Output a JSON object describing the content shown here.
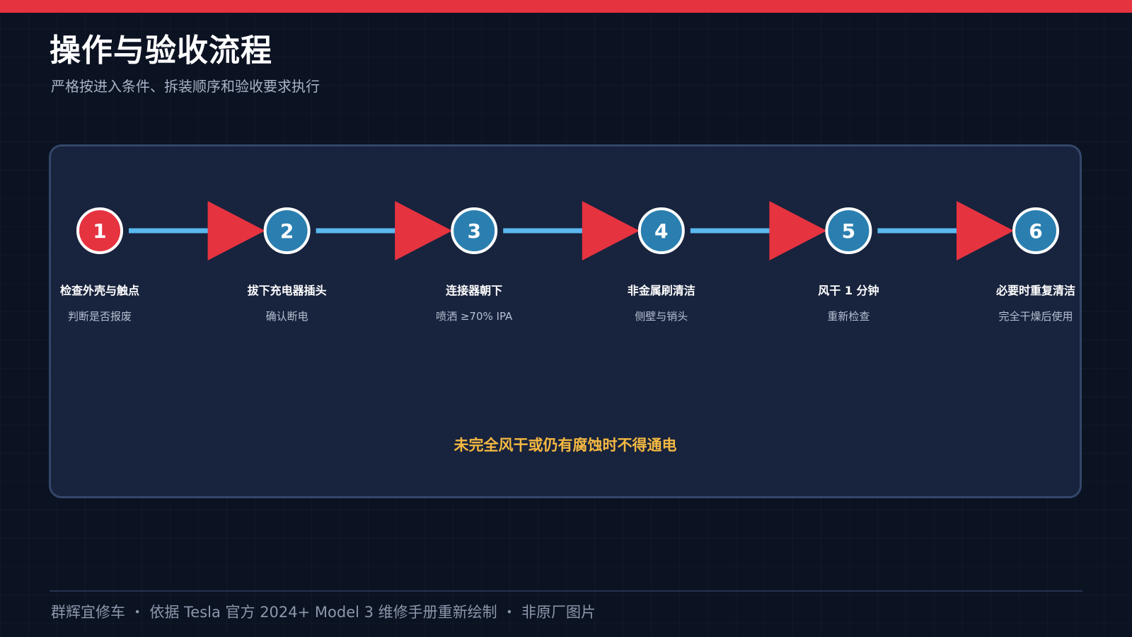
{
  "header": {
    "title": "操作与验收流程",
    "subtitle": "严格按进入条件、拆装顺序和验收要求执行"
  },
  "colors": {
    "accent_red": "#e63340",
    "step_blue": "#2a7fb0",
    "connector_blue": "#5ab8f0",
    "warning_amber": "#f5b942",
    "panel_bg": "#18233d",
    "page_bg": "#0b1222"
  },
  "flow": {
    "steps": [
      {
        "number": "1",
        "title": "检查外壳与触点",
        "desc": "判断是否报废",
        "highlight": true
      },
      {
        "number": "2",
        "title": "拔下充电器插头",
        "desc": "确认断电",
        "highlight": false
      },
      {
        "number": "3",
        "title": "连接器朝下",
        "desc": "喷洒 ≥70% IPA",
        "highlight": false
      },
      {
        "number": "4",
        "title": "非金属刷清洁",
        "desc": "侧壁与销头",
        "highlight": false
      },
      {
        "number": "5",
        "title": "风干 1 分钟",
        "desc": "重新检查",
        "highlight": false
      },
      {
        "number": "6",
        "title": "必要时重复清洁",
        "desc": "完全干燥后使用",
        "highlight": false
      }
    ],
    "warning": "未完全风干或仍有腐蚀时不得通电"
  },
  "footer": {
    "text": "群辉宜修车 ・ 依据 Tesla 官方 2024+ Model 3 维修手册重新绘制 ・ 非原厂图片"
  }
}
